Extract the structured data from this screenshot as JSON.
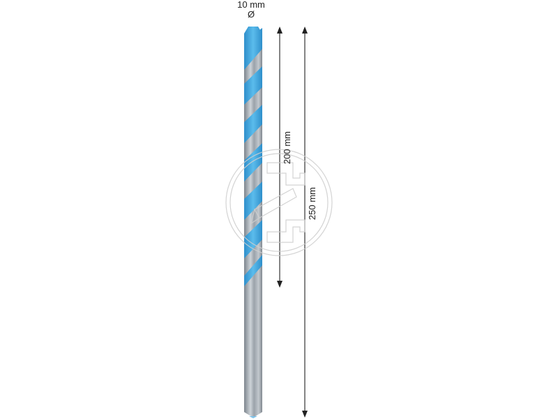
{
  "product": {
    "type": "masonry drill bit",
    "colors": {
      "flute_blue": "#3aa6dc",
      "shank_grey": "#a7aeb6",
      "dimension_line": "#333333"
    }
  },
  "dimensions": {
    "diameter": {
      "value": "10 mm",
      "symbol": "Ø"
    },
    "working_length": {
      "label": "200 mm"
    },
    "total_length": {
      "label": "250 mm"
    }
  },
  "watermark": {
    "icon": "watermark-logo-icon"
  }
}
